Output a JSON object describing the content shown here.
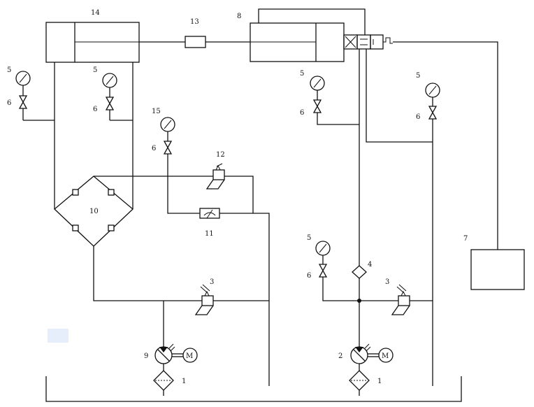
{
  "diagram": {
    "labels": {
      "cylinder_left": "14",
      "coupling": "13",
      "cylinder_right": "8",
      "gauge_tl_left": "5",
      "valve_tl_left": "6",
      "gauge_tl_right": "5",
      "valve_tl_right": "6",
      "gauge_mid": "15",
      "valve_mid": "6",
      "relief_top": "12",
      "flow_valve": "11",
      "bridge": "10",
      "relief_left": "3",
      "pump_left": "9",
      "filter_left": "1",
      "gauge_r1": "5",
      "valve_r1": "6",
      "gauge_r2": "5",
      "valve_r2": "6",
      "check_valve": "4",
      "gauge_r3": "5",
      "valve_r3": "6",
      "relief_right": "3",
      "pump_right": "2",
      "filter_right": "1",
      "controller": "7",
      "motor_left": "M",
      "motor_right": "M"
    },
    "colors": {
      "line": "#111111",
      "background": "#ffffff"
    }
  }
}
